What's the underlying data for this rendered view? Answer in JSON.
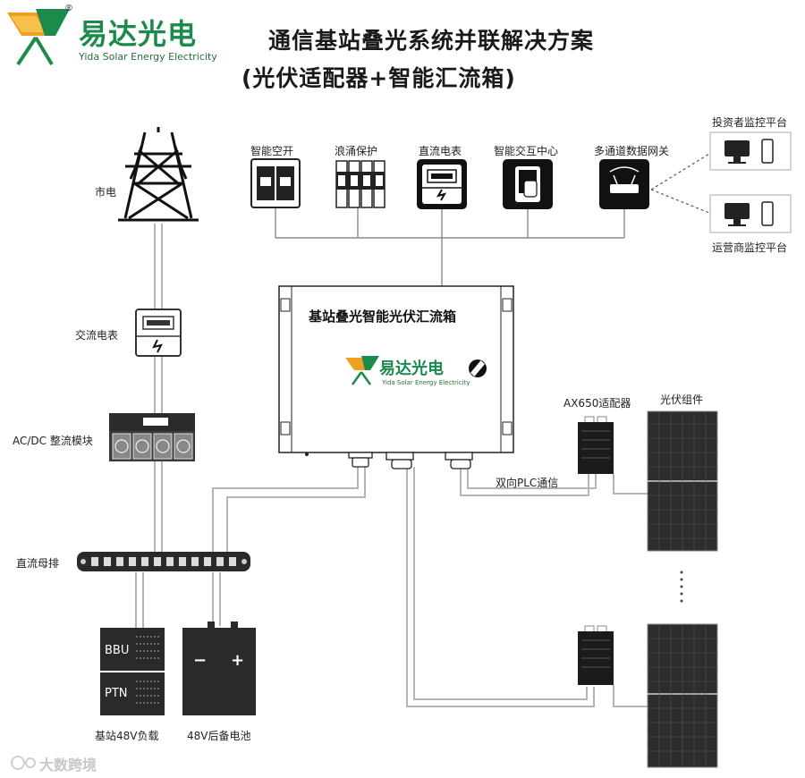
{
  "brand": {
    "name": "易达光电",
    "subtitle": "Yida Solar Energy Electricity",
    "reg_mark": "®"
  },
  "title": {
    "line1": "通信基站叠光系统并联解决方案",
    "line2": "(光伏适配器+智能汇流箱)"
  },
  "grid": {
    "label": "市电"
  },
  "ac_meter": {
    "label": "交流电表"
  },
  "rectifier": {
    "label": "AC/DC 整流模块"
  },
  "dc_busbar": {
    "label": "直流母排"
  },
  "load": {
    "label": "基站48V负载",
    "bbu": "BBU",
    "ptn": "PTN"
  },
  "battery": {
    "label": "48V后备电池",
    "minus": "−",
    "plus": "+"
  },
  "top_devices": [
    {
      "label": "智能空开",
      "icon": "circuit-breaker-icon"
    },
    {
      "label": "浪涌保护",
      "icon": "surge-protector-icon"
    },
    {
      "label": "直流电表",
      "icon": "dc-meter-icon"
    },
    {
      "label": "智能交互中心",
      "icon": "tablet-touch-icon"
    },
    {
      "label": "多通道数据网关",
      "icon": "router-icon"
    }
  ],
  "monitor": {
    "investor": "投资者监控平台",
    "operator": "运营商监控平台"
  },
  "combiner_box": {
    "title": "基站叠光智能光伏汇流箱",
    "logo_name": "易达光电",
    "logo_sub": "Yida Solar Energy Electricity"
  },
  "adapter": {
    "label": "AX650适配器"
  },
  "pv": {
    "label": "光伏组件"
  },
  "plc": {
    "label": "双向PLC通信"
  },
  "watermark": {
    "text": "大数跨境"
  },
  "colors": {
    "brand_green": "#1b8a4b",
    "brand_orange": "#f0a020",
    "line": "#b5b5b5"
  }
}
